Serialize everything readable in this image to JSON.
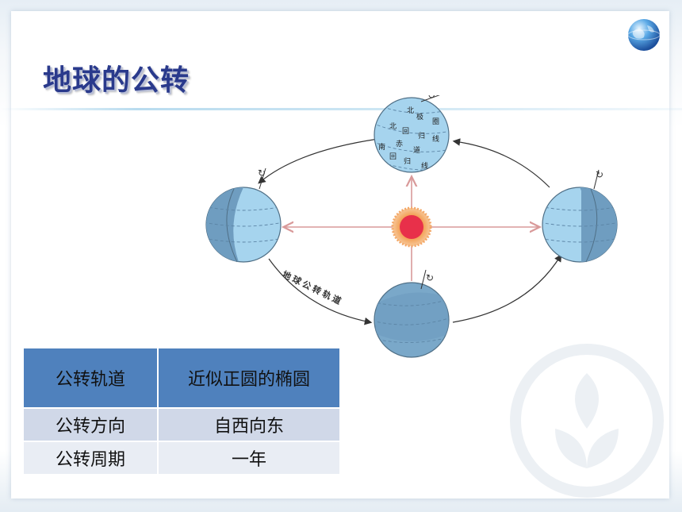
{
  "slide": {
    "title": "地球的公转"
  },
  "diagram": {
    "orbit_label": "地球公转轨道",
    "globe_labels": {
      "arctic_circle": [
        "北",
        "极",
        "圈"
      ],
      "tropic_cancer": [
        "北",
        "回",
        "归",
        "线"
      ],
      "equator": [
        "赤",
        "道"
      ],
      "tropic_capricorn": [
        "南",
        "回",
        "归",
        "线"
      ]
    }
  },
  "table": {
    "rows": [
      {
        "label": "公转轨道",
        "value": "近似正圆的椭圆"
      },
      {
        "label": "公转方向",
        "value": "自西向东"
      },
      {
        "label": "公转周期",
        "value": "一年"
      }
    ]
  },
  "colors": {
    "title": "#2a3a8c",
    "table_header": "#4f81bd",
    "table_row_odd": "#d0d8e8",
    "table_row_even": "#e9edf4",
    "earth_light": "#a6d4ee",
    "earth_dark": "#6f9dc0",
    "sun": "#e8304a"
  }
}
